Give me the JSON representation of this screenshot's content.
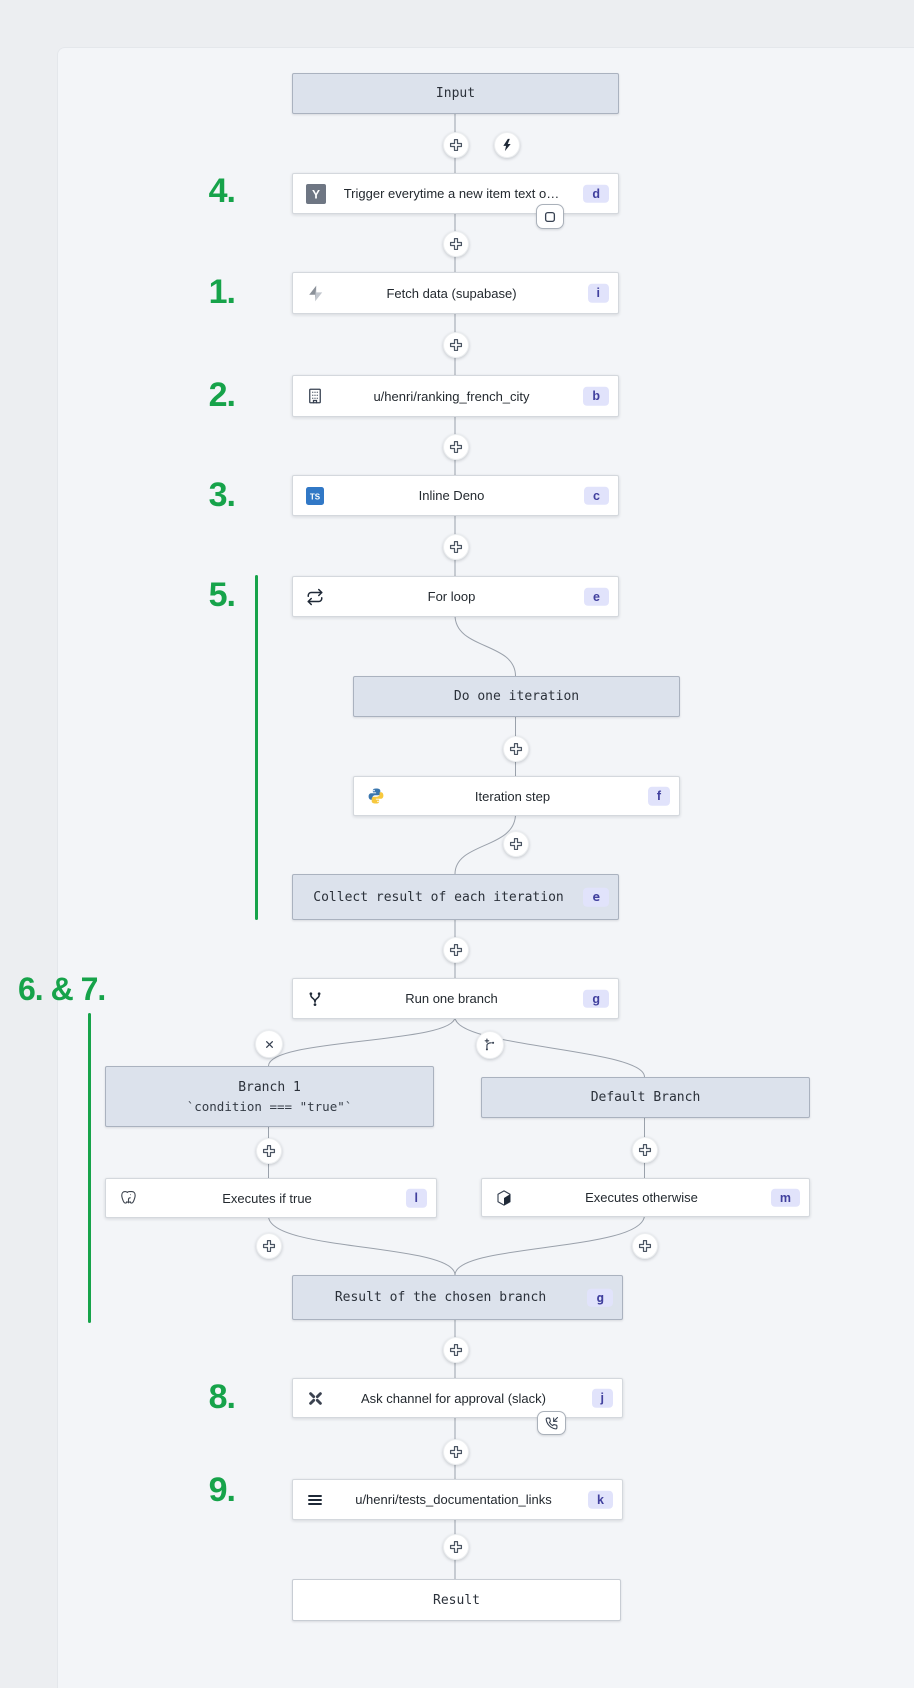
{
  "annotations": {
    "step4": "4.",
    "step1": "1.",
    "step2": "2.",
    "step3": "3.",
    "step5": "5.",
    "step67": "6. & 7.",
    "step8": "8.",
    "step9": "9."
  },
  "boxes": {
    "input": "Input",
    "do_one_iteration": "Do one iteration",
    "collect_label": "Collect result of each iteration",
    "collect_badge": "e",
    "branch1_title": "Branch 1",
    "branch1_condition": "`condition === \"true\"`",
    "default_branch": "Default Branch",
    "chosen_label": "Result of the chosen branch",
    "chosen_badge": "g",
    "result": "Result"
  },
  "nodes": {
    "trigger": {
      "label": "Trigger everytime a new item text o…",
      "badge": "d"
    },
    "fetch": {
      "label": "Fetch data (supabase)",
      "badge": "i"
    },
    "ranking": {
      "label": "u/henri/ranking_french_city",
      "badge": "b"
    },
    "deno": {
      "label": "Inline Deno",
      "badge": "c"
    },
    "forloop": {
      "label": "For loop",
      "badge": "e"
    },
    "iteration": {
      "label": "Iteration step",
      "badge": "f"
    },
    "branchone": {
      "label": "Run one branch",
      "badge": "g"
    },
    "exectrue": {
      "label": "Executes if true",
      "badge": "l"
    },
    "execotherwise": {
      "label": "Executes otherwise",
      "badge": "m"
    },
    "approval": {
      "label": "Ask channel for approval (slack)",
      "badge": "j"
    },
    "docs": {
      "label": "u/henri/tests_documentation_links",
      "badge": "k"
    }
  },
  "colors": {
    "green": "#16a34a",
    "badge_bg": "#e1e3fb",
    "badge_text": "#41409e",
    "box_bg": "#dce2ec",
    "edge": "#9aa1ab"
  }
}
